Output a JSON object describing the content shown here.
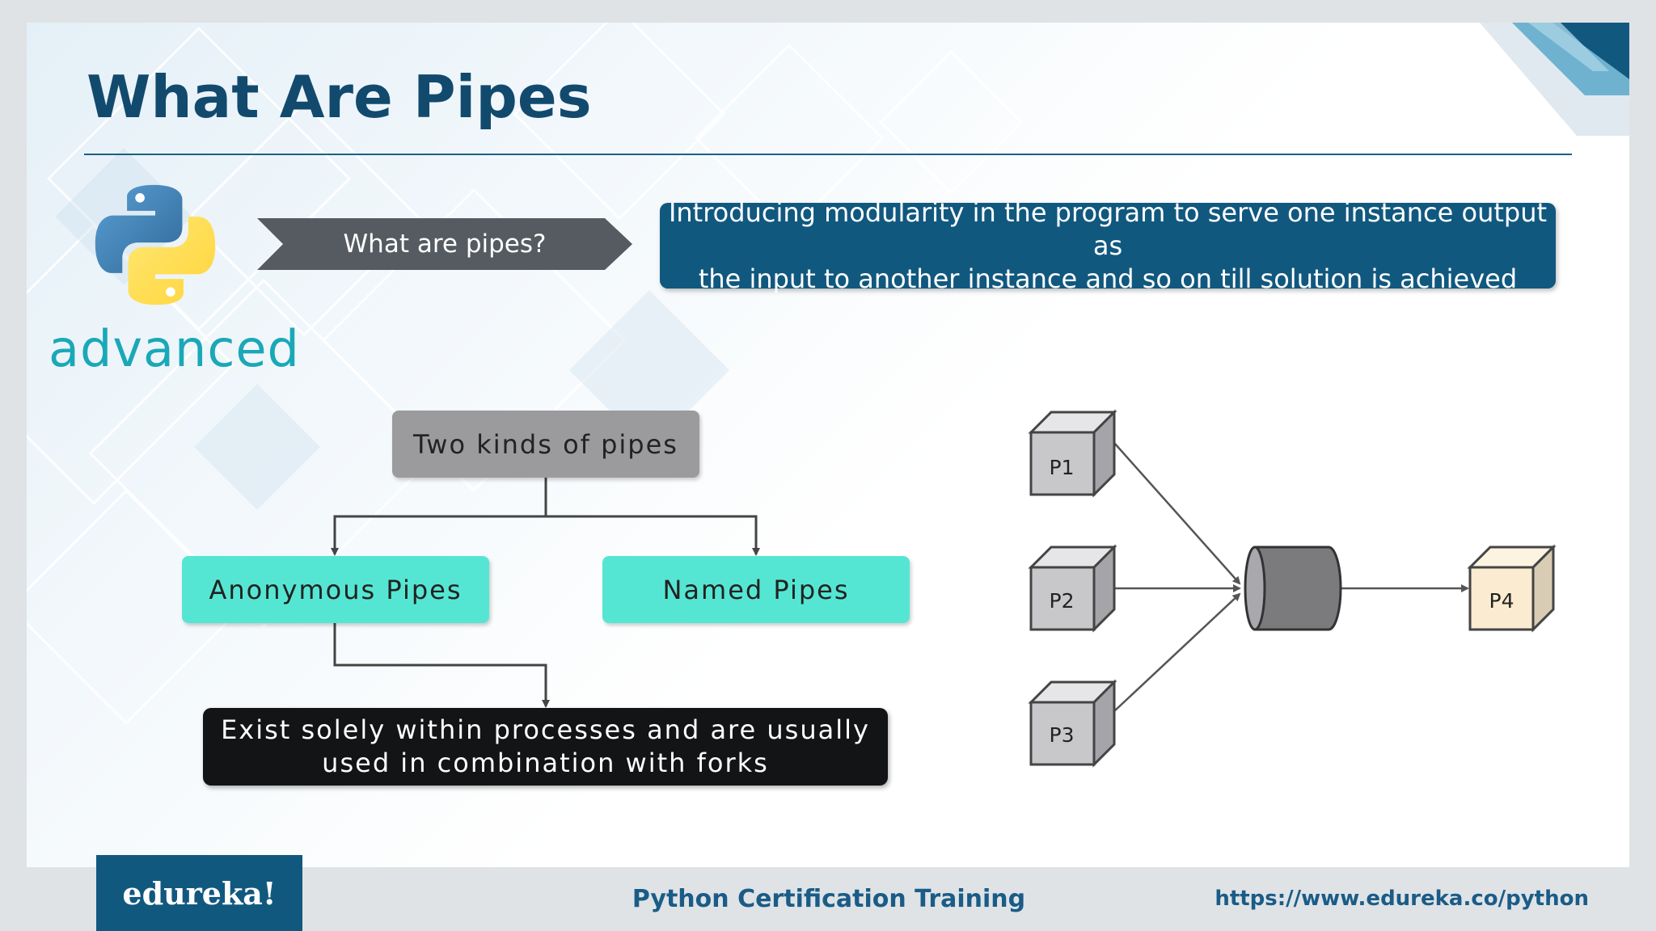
{
  "slide": {
    "title": "What Are Pipes",
    "logo_text": "advanced",
    "question_label": "What are pipes?",
    "answer_lines": [
      "Introducing modularity in the program to serve one instance output as",
      "the input to another instance and so on till solution is achieved"
    ]
  },
  "tree": {
    "root_label": "Two kinds of pipes",
    "left_label": "Anonymous Pipes",
    "right_label": "Named Pipes",
    "description_lines": [
      "Exist solely within processes and are usually",
      "used in combination with forks"
    ]
  },
  "pipe_diagram": {
    "processes": [
      "P1",
      "P2",
      "P3"
    ],
    "output": "P4"
  },
  "footer": {
    "brand": "edureka!",
    "course": "Python Certification Training",
    "url": "https://www.edureka.co/python"
  },
  "colors": {
    "title_blue": "#124a6e",
    "dark_teal": "#11587f",
    "mint": "#55e6d3",
    "gray_box": "#9b9b9d",
    "black_box": "#121416"
  },
  "icons": [
    "python-logo-icon"
  ]
}
